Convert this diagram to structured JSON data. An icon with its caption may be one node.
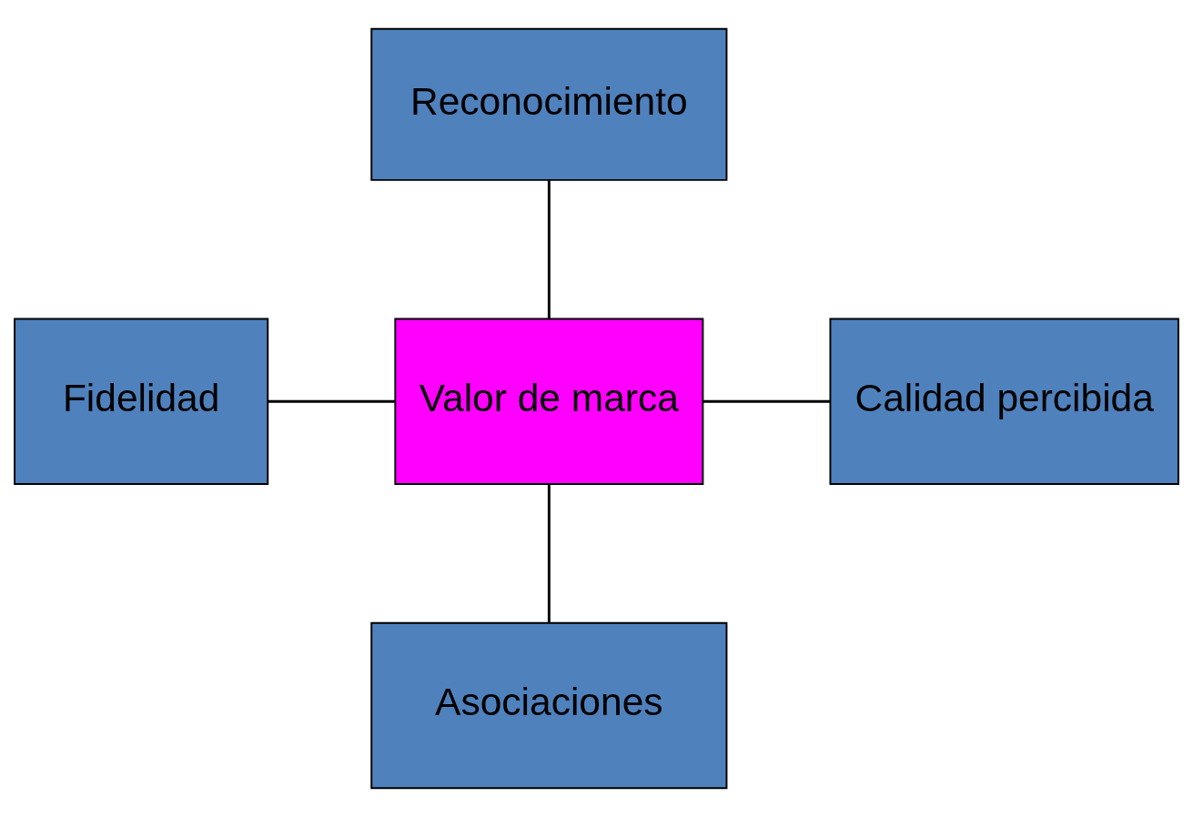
{
  "diagram": {
    "nodes": [
      {
        "text": [
          "Reconocimiento"
        ]
      },
      {
        "text": [
          "Fidelidad"
        ]
      },
      {
        "text": [
          "Valor de marca"
        ]
      },
      {
        "text": [
          "Calidad percibida"
        ]
      },
      {
        "text": [
          "Asociaciones"
        ]
      }
    ],
    "edges": [
      {
        "from": 0,
        "to": 2,
        "arrow": "none"
      },
      {
        "from": 1,
        "to": 2,
        "arrow": "none"
      },
      {
        "from": 2,
        "to": 3,
        "arrow": "none"
      },
      {
        "from": 2,
        "to": 4,
        "arrow": "none"
      }
    ]
  }
}
